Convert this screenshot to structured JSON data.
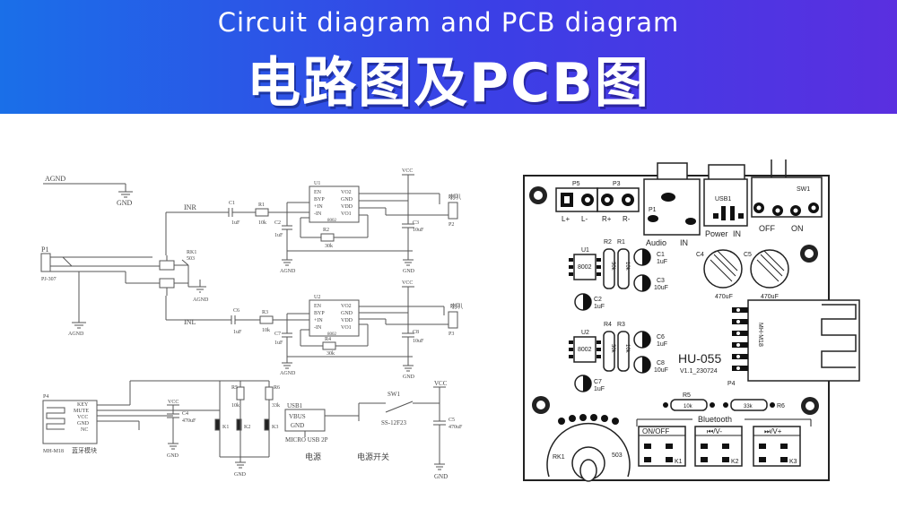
{
  "header": {
    "title_en": "Circuit diagram and PCB diagram",
    "title_cn": "电路图及PCB图"
  },
  "schematic": {
    "agnd_top": "AGND",
    "gnd": "GND",
    "agnd": "AGND",
    "in_r": "INR",
    "in_l": "INL",
    "p1": "P1",
    "p1_type": "PJ-307",
    "r_in": "RK1",
    "r_in_val": "503",
    "c1": "C1",
    "c1_val": "1uF",
    "r1": "R1",
    "r1_val": "10k",
    "c2": "C2",
    "c2_val": "1uF",
    "r2": "R2",
    "r2_val": "30k",
    "u1": "U1",
    "u2": "U2",
    "ic_part": "8002",
    "pin_en": "EN",
    "pin_byp": "BYP",
    "pin_inp": "+IN",
    "pin_inn": "-IN",
    "pin_vo2": "VO2",
    "pin_gnd": "GND",
    "pin_vdd": "VDD",
    "pin_vo1": "VO1",
    "c3": "C3",
    "c3_val": "10uF",
    "vcc": "VCC",
    "speaker": "喇叭",
    "p2": "P2",
    "p3": "P3",
    "c6": "C6",
    "c6_val": "1uF",
    "r3": "R3",
    "r3_val": "10k",
    "c7": "C7",
    "c7_val": "1uF",
    "r4": "R4",
    "r4_val": "30k",
    "c8": "C8",
    "c8_val": "10uF",
    "p4": "P4",
    "bt_key": "KEY",
    "bt_mute": "MUTE",
    "bt_vcc": "VCC",
    "bt_gnd": "GND",
    "bt_nc": "NC",
    "bt_module_id": "MH-M18",
    "bt_module_name": "蓝牙模块",
    "c4": "C4",
    "c4_val": "470uF",
    "r5": "R5",
    "r5_val": "10k",
    "r6": "R6",
    "r6_val": "33k",
    "k1": "K1",
    "k2": "K2",
    "k3": "K3",
    "usb1": "USB1",
    "usb_vbus": "VBUS",
    "usb_gnd": "GND",
    "usb_type": "MICRO USB 2P",
    "power_label": "电源",
    "sw1": "SW1",
    "sw_type": "SS-12F23",
    "c5": "C5",
    "c5_val": "470uF",
    "power_switch_label": "电源开关"
  },
  "pcb": {
    "p5": "P5",
    "p3": "P3",
    "l_plus": "L+",
    "l_minus": "L-",
    "r_plus": "R+",
    "r_minus": "R-",
    "p1": "P1",
    "audio": "Audio",
    "in": "IN",
    "usb1": "USB1",
    "power": "Power",
    "power_in": "IN",
    "sw1": "SW1",
    "off": "OFF",
    "on": "ON",
    "u1": "U1",
    "u2": "U2",
    "ic": "8002",
    "r2": "R2",
    "r1": "R1",
    "r4": "R4",
    "r3": "R3",
    "r_30k": "30k",
    "r_10k": "10k",
    "c1": "C1",
    "c1v": "1uF",
    "c2": "C2",
    "c2v": "1uF",
    "c3": "C3",
    "c3v": "10uF",
    "c6": "C6",
    "c6v": "1uF",
    "c7": "C7",
    "c7v": "1uF",
    "c8": "C8",
    "c8v": "10uF",
    "c4": "C4",
    "c4v": "470uF",
    "c5": "C5",
    "c5v": "470uF",
    "model": "HU-055",
    "version": "V1.1_230724",
    "module": "MH-M18",
    "p4": "P4",
    "r5": "R5",
    "r5v": "10k",
    "r6": "R6",
    "r6v": "33k",
    "bluetooth": "Bluetooth",
    "on_off": "ON/OFF",
    "prev": "⏮/V-",
    "next": "⏭/V+",
    "rk1": "RK1",
    "rk1v": "503",
    "k1": "K1",
    "k2": "K2",
    "k3": "K3"
  }
}
